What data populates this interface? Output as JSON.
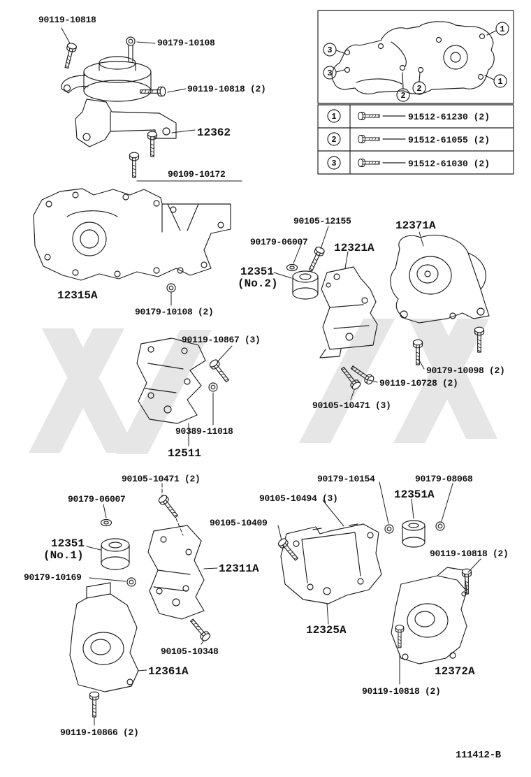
{
  "page": {
    "drawing_number": "111412-B"
  },
  "colors": {
    "line": "#1d1d1d",
    "watermark": "#c8c8c8"
  },
  "legend": {
    "callouts": [
      "1",
      "3",
      "3",
      "2",
      "2",
      "1"
    ],
    "rows": [
      {
        "num": "1",
        "part": "91512-61230 (2)"
      },
      {
        "num": "2",
        "part": "91512-61055 (2)"
      },
      {
        "num": "3",
        "part": "91512-61030 (2)"
      }
    ]
  },
  "labels": {
    "a1": "90119-10818",
    "a2": "90179-10108",
    "a3": "90119-10818 (2)",
    "a4": "12362",
    "a5": "90109-10172",
    "b1": "12315A",
    "b2": "90179-10108 (2)",
    "c1": "90105-12155",
    "c2": "90179-06007",
    "c3": "12321A",
    "c4": "12371A",
    "c5": "12351",
    "c5b": "(No.2)",
    "c6": "90119-10867 (3)",
    "c7": "90179-10098 (2)",
    "c8": "90119-10728 (2)",
    "c9": "90105-10471 (3)",
    "c10": "90389-11018",
    "c11": "12511",
    "d1": "90105-10471 (2)",
    "d2": "90179-10154",
    "d3": "90179-08068",
    "d4": "90179-06007",
    "d5": "12351A",
    "d6": "90105-10494 (3)",
    "d7": "90105-10409",
    "d8": "12351",
    "d8b": "(No.1)",
    "d9": "90119-10818 (2)",
    "d10": "90179-10169",
    "d11": "12311A",
    "d12": "12325A",
    "d13": "90105-10348",
    "d14": "12361A",
    "d15": "12372A",
    "d16": "90119-10818 (2)",
    "d17": "90119-10866 (2)"
  }
}
